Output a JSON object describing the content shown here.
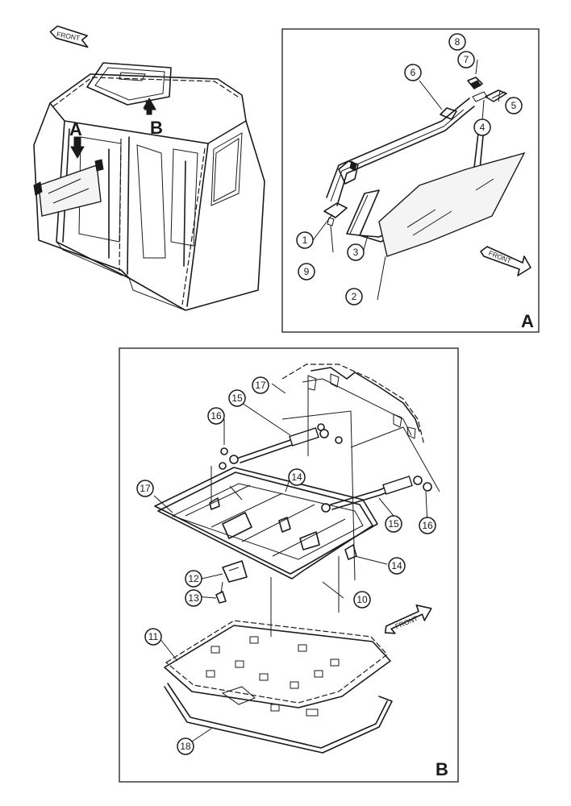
{
  "overview": {
    "front_label": "FRONT",
    "arrow_a": "A",
    "arrow_b": "B"
  },
  "panel_a": {
    "view_label": "A",
    "front_label": "FRONT",
    "callouts": [
      "1",
      "2",
      "3",
      "4",
      "5",
      "6",
      "7",
      "8",
      "9"
    ]
  },
  "panel_b": {
    "view_label": "B",
    "front_label": "FRONT",
    "callouts": [
      "10",
      "11",
      "12",
      "13",
      "14",
      "14",
      "15",
      "15",
      "16",
      "16",
      "17",
      "17",
      "18"
    ]
  }
}
